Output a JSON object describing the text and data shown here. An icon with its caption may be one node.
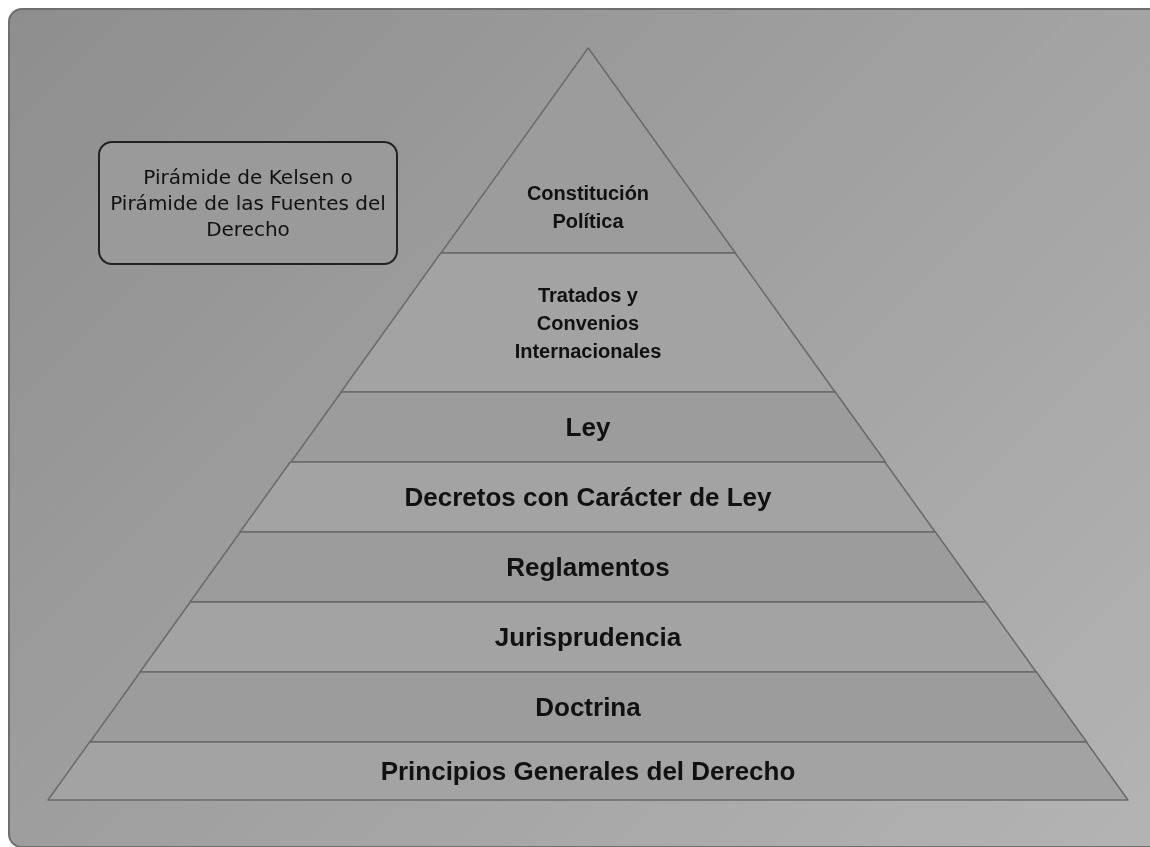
{
  "diagram": {
    "nodes": [
      {
        "text": [
          "Pirámide de Kelsen o Pirámide de las Fuentes del Derecho"
        ]
      },
      {
        "text": [
          "Constitución Política"
        ]
      },
      {
        "text": [
          "Tratados y Convenios Internacionales"
        ]
      },
      {
        "text": [
          "Ley"
        ]
      },
      {
        "text": [
          "Decretos con Carácter de Ley"
        ]
      },
      {
        "text": [
          "Reglamentos"
        ]
      },
      {
        "text": [
          "Jurisprudencia"
        ]
      },
      {
        "text": [
          "Doctrina"
        ]
      },
      {
        "text": [
          "Principios Generales del Derecho"
        ]
      }
    ],
    "edges": []
  }
}
